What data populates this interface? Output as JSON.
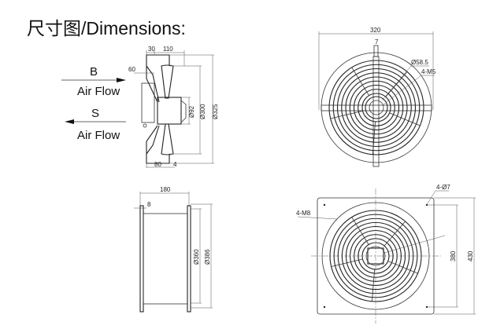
{
  "title": "尺寸图/Dimensions:",
  "side_view": {
    "flow_b_letter": "B",
    "flow_b_label": "Air Flow",
    "flow_s_letter": "S",
    "flow_s_label": "Air Flow",
    "dims": {
      "d30": "30",
      "d110": "110",
      "d60": "60",
      "d92": "Ø92",
      "d300": "Ø300",
      "d325": "Ø325",
      "d80": "80",
      "d4": "4"
    }
  },
  "front_view_round": {
    "dims": {
      "d320": "320",
      "d7": "7",
      "d58": "Ø58.5",
      "m5": "4-M5"
    }
  },
  "side_view_square": {
    "dims": {
      "d180": "180",
      "d8": "8",
      "d360": "Ø360",
      "d386": "Ø386"
    }
  },
  "front_view_square": {
    "dims": {
      "m8": "4-M8",
      "h7": "4-Ø7",
      "d380": "380",
      "d430": "430"
    }
  }
}
